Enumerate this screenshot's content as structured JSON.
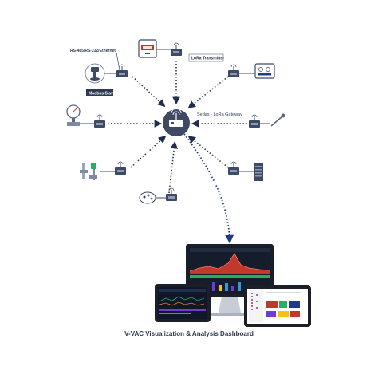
{
  "labels": {
    "protocols": "RS-485/RS-232/Ethernet",
    "modbus_slave": "Modbus Slave",
    "lora_transmitter": "LoRa Transmitter",
    "gateway": "Sedas - LoRa Gateway",
    "dashboard_caption": "V-VAC Visualization & Analysis Dashboard"
  },
  "colors": {
    "node": "#3e4a63",
    "node_light": "#5a6785",
    "line": "#2d3a55",
    "arrow_main": "#1f3a8a",
    "label_bg": "#2f3a52",
    "monitor_bg": "#151c2b",
    "chart_red": "#c0392b",
    "chart_green": "#27ae60",
    "tablet_accent": "#6c3fd1"
  },
  "icons": {
    "gateway": "router-hub-icon",
    "transmitter": "lora-transmitter-icon",
    "devices": [
      "modbus-device-icon",
      "panel-meter-icon",
      "control-panel-icon",
      "pressure-gauge-icon",
      "temperature-probe-icon",
      "flow-meter-icon",
      "server-cabinet-icon",
      "multi-sensor-icon"
    ]
  }
}
